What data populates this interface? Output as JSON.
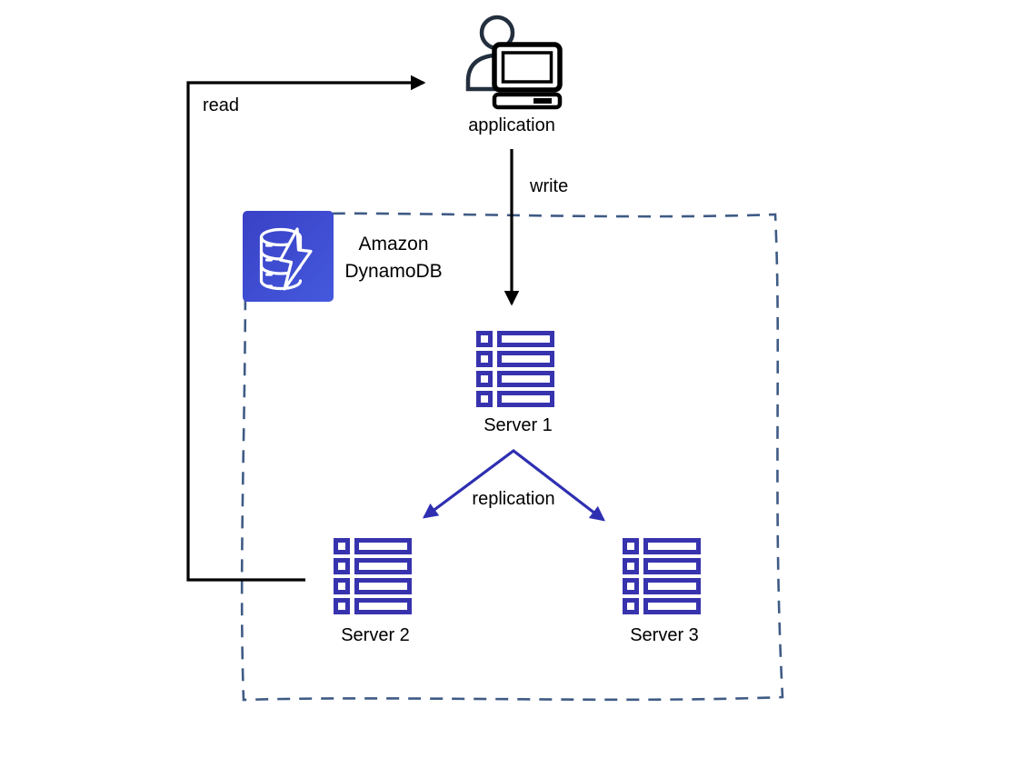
{
  "diagram": {
    "title": "Amazon DynamoDB replication diagram",
    "labels": {
      "read": "read",
      "write": "write",
      "application": "application",
      "dynamodb_line1": "Amazon",
      "dynamodb_line2": "DynamoDB",
      "replication": "replication",
      "server1": "Server 1",
      "server2": "Server 2",
      "server3": "Server 3"
    }
  },
  "colors": {
    "canvas_bg": "#ffffff",
    "text_black": "#000000",
    "arrow_black": "#000000",
    "replication_blue": "#2F2FB2",
    "server_blue": "#3733AE",
    "border_slate": "#3F5B85",
    "person_navy": "#232F3E",
    "monitor_black": "#000000",
    "dynamodb_gradient_start": "#3941C6",
    "dynamodb_gradient_end": "#4459DD"
  }
}
